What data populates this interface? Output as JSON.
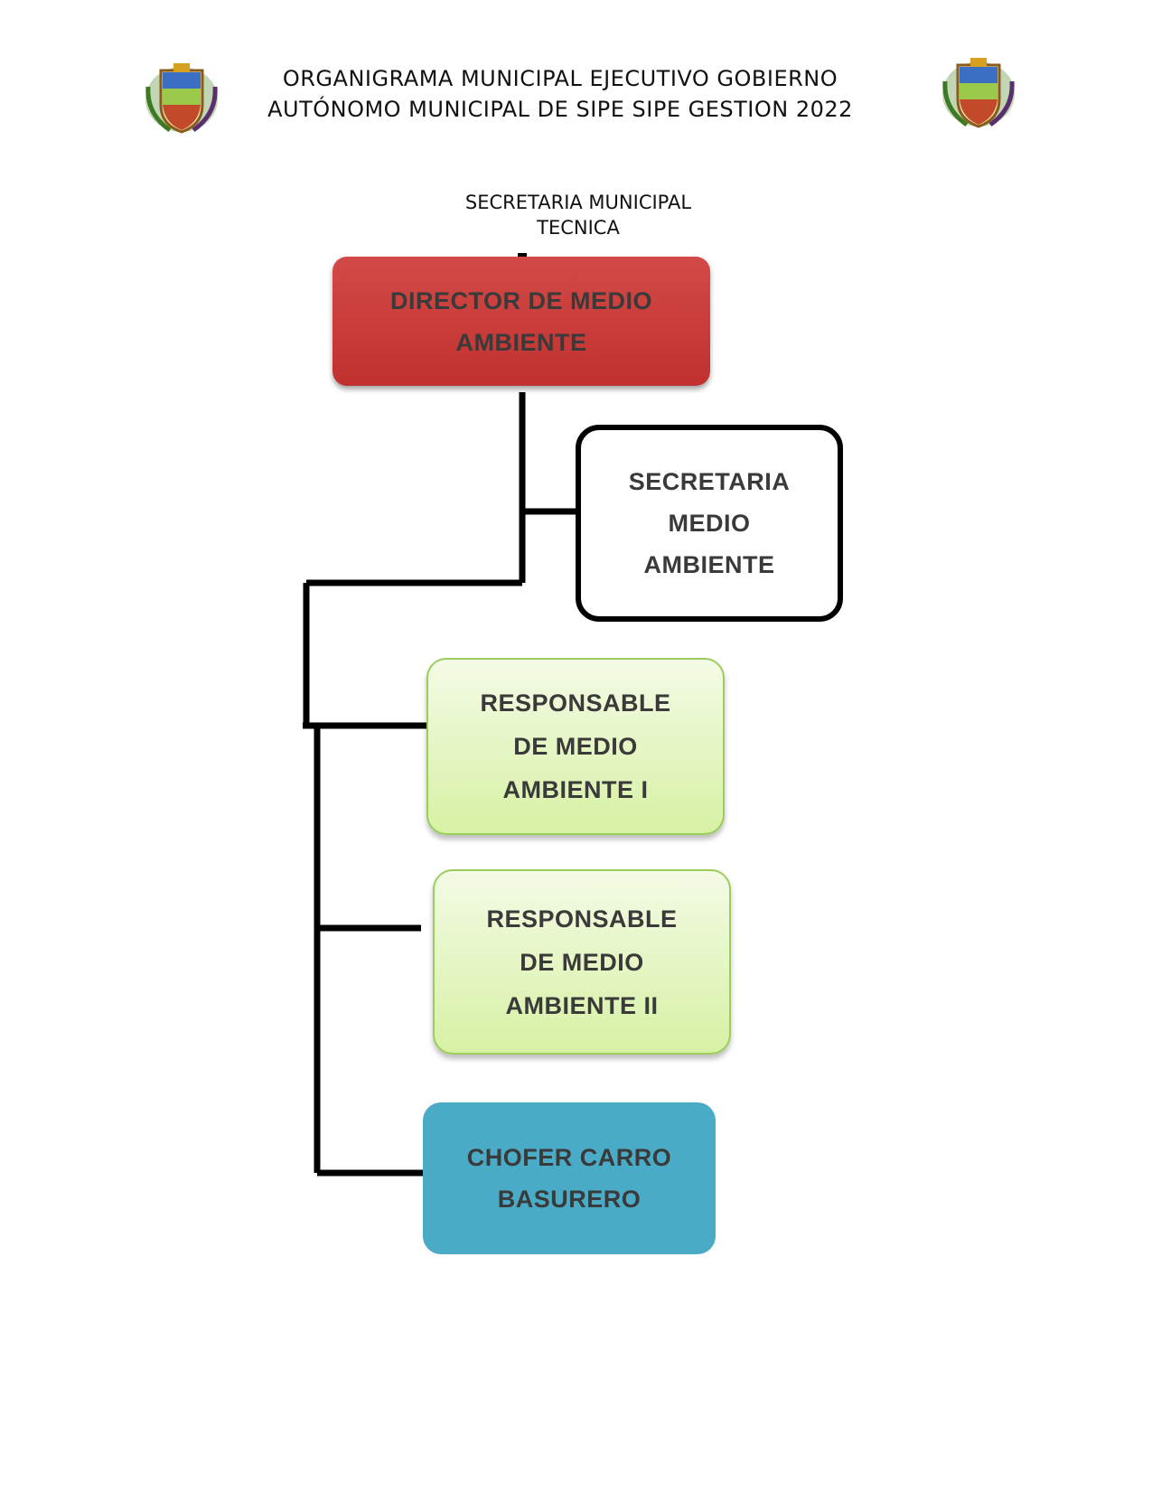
{
  "header": {
    "title_line1": "ORGANIGRAMA MUNICIPAL EJECUTIVO GOBIERNO",
    "title_line2": "AUTÓNOMO MUNICIPAL DE SIPE SIPE GESTION 2022"
  },
  "parent_unit": {
    "line1": "SECRETARIA MUNICIPAL",
    "line2": "TECNICA"
  },
  "nodes": {
    "director": "DIRECTOR DE MEDIO\nAMBIENTE",
    "secretary": "SECRETARIA\nMEDIO\nAMBIENTE",
    "responsible_1": "RESPONSABLE\nDE MEDIO\nAMBIENTE I",
    "responsible_2": "RESPONSABLE\nDE MEDIO\nAMBIENTE II",
    "driver": "CHOFER CARRO\nBASURERO"
  },
  "colors": {
    "director": "#c83c3a",
    "secretary": "#ffffff",
    "responsible": "#dff3b4",
    "driver": "#4aabc6",
    "connector": "#000000"
  },
  "icons": {
    "crest_left": "municipal-crest-icon",
    "crest_right": "municipal-crest-icon"
  }
}
